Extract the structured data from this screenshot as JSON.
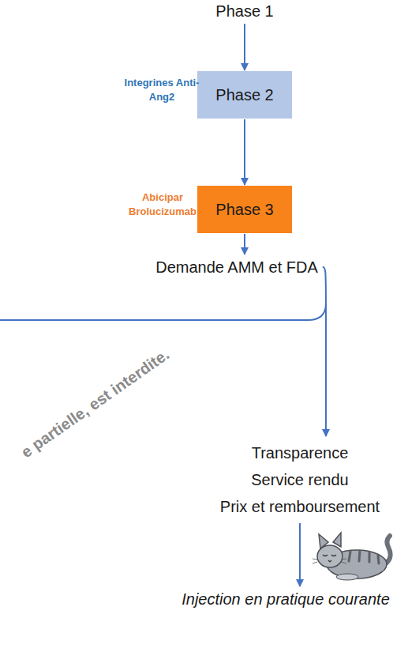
{
  "diagram": {
    "nodes": [
      {
        "text": [
          "Phase 1"
        ]
      },
      {
        "text": [
          "Phase 2"
        ]
      },
      {
        "text": [
          "Phase 3"
        ]
      },
      {
        "text": [
          "Demande AMM et FDA"
        ]
      },
      {
        "text": [
          "Transparence",
          "Service rendu",
          "Prix et remboursement"
        ]
      },
      {
        "text": [
          "Injection en pratique courante"
        ]
      }
    ],
    "edges": [
      {
        "from": 0,
        "to": 1,
        "arrow": "to"
      },
      {
        "from": 1,
        "to": 2,
        "arrow": "to"
      },
      {
        "from": 2,
        "to": 3,
        "arrow": "to"
      },
      {
        "from": 3,
        "to": 4,
        "arrow": "to"
      },
      {
        "from": 4,
        "to": 5,
        "arrow": "to"
      }
    ],
    "labels": [
      "Integrines Anti-Ang2",
      "Abicipar Brolucizumab",
      "e partielle, est interdite."
    ]
  }
}
